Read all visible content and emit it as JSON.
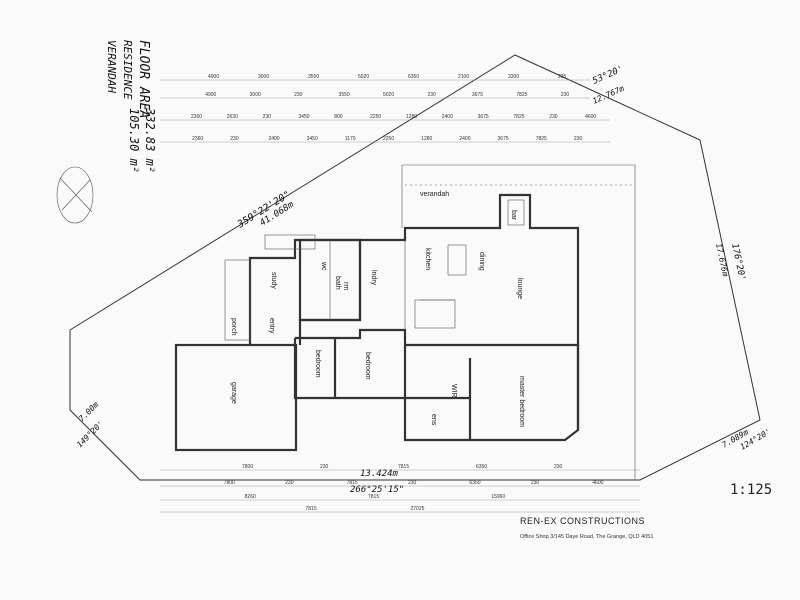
{
  "notes": {
    "line1": "FLOOR AREA",
    "line2": "RESIDENCE",
    "line3": "VERANDAH",
    "residence_value": "332.83 m²",
    "verandah_value": "105.30 m²"
  },
  "rooms": {
    "verandah": "verandah",
    "kitchen": "kitchen",
    "dining": "dining",
    "lounge": "lounge",
    "study": "study",
    "bath": "bath",
    "rm": "rm",
    "wc": "wc",
    "lndry": "lndry",
    "entry": "entry",
    "porch": "porch",
    "garage": "garage",
    "bedroom1": "bedroom",
    "bedroom2": "bedroom",
    "master": "master bedroom",
    "ens": "ens",
    "wir": "WIR",
    "bar": "bar"
  },
  "boundary": {
    "top_angle": "53°20'",
    "top_length": "12.767m",
    "left_angle": "359°22'20\"",
    "left_length": "41.068m",
    "right_angle": "176°20'",
    "right_length": "17.676m",
    "bottom_angle": "266°25'15\"",
    "bottom_length": "13.424m",
    "sw_length": "7.00m",
    "sw_angle": "149°20'",
    "se_length": "7.089m",
    "se_angle": "124°20'"
  },
  "top_dims": {
    "row1": [
      "4900",
      "3000",
      "3550",
      "5020",
      "6350",
      "2100",
      "3300",
      "235"
    ],
    "row2": [
      "4900",
      "3000",
      "230",
      "3550",
      "5020",
      "230",
      "3675",
      "7825",
      "230"
    ],
    "row3": [
      "2360",
      "2630",
      "230",
      "3450",
      "800",
      "2250",
      "1280",
      "2400",
      "3675",
      "7825",
      "230",
      "4600"
    ],
    "row4": [
      "2360",
      "230",
      "2400",
      "3450",
      "1170",
      "2250",
      "1280",
      "2400",
      "3675",
      "7825",
      "230"
    ]
  },
  "bottom_dims": {
    "row1": [
      "7800",
      "230",
      "7815",
      "6350",
      "230"
    ],
    "row2": [
      "7800",
      "230",
      "7815",
      "230",
      "6350",
      "230",
      "4600"
    ],
    "row3": [
      "8260",
      "7815",
      "15960"
    ],
    "row4": [
      "7815",
      "27025"
    ]
  },
  "scale": "1:125",
  "company": "REN-EX CONSTRUCTIONS",
  "address": "Office Shop 3/145 Daye Road, The Grange, QLD 4051"
}
